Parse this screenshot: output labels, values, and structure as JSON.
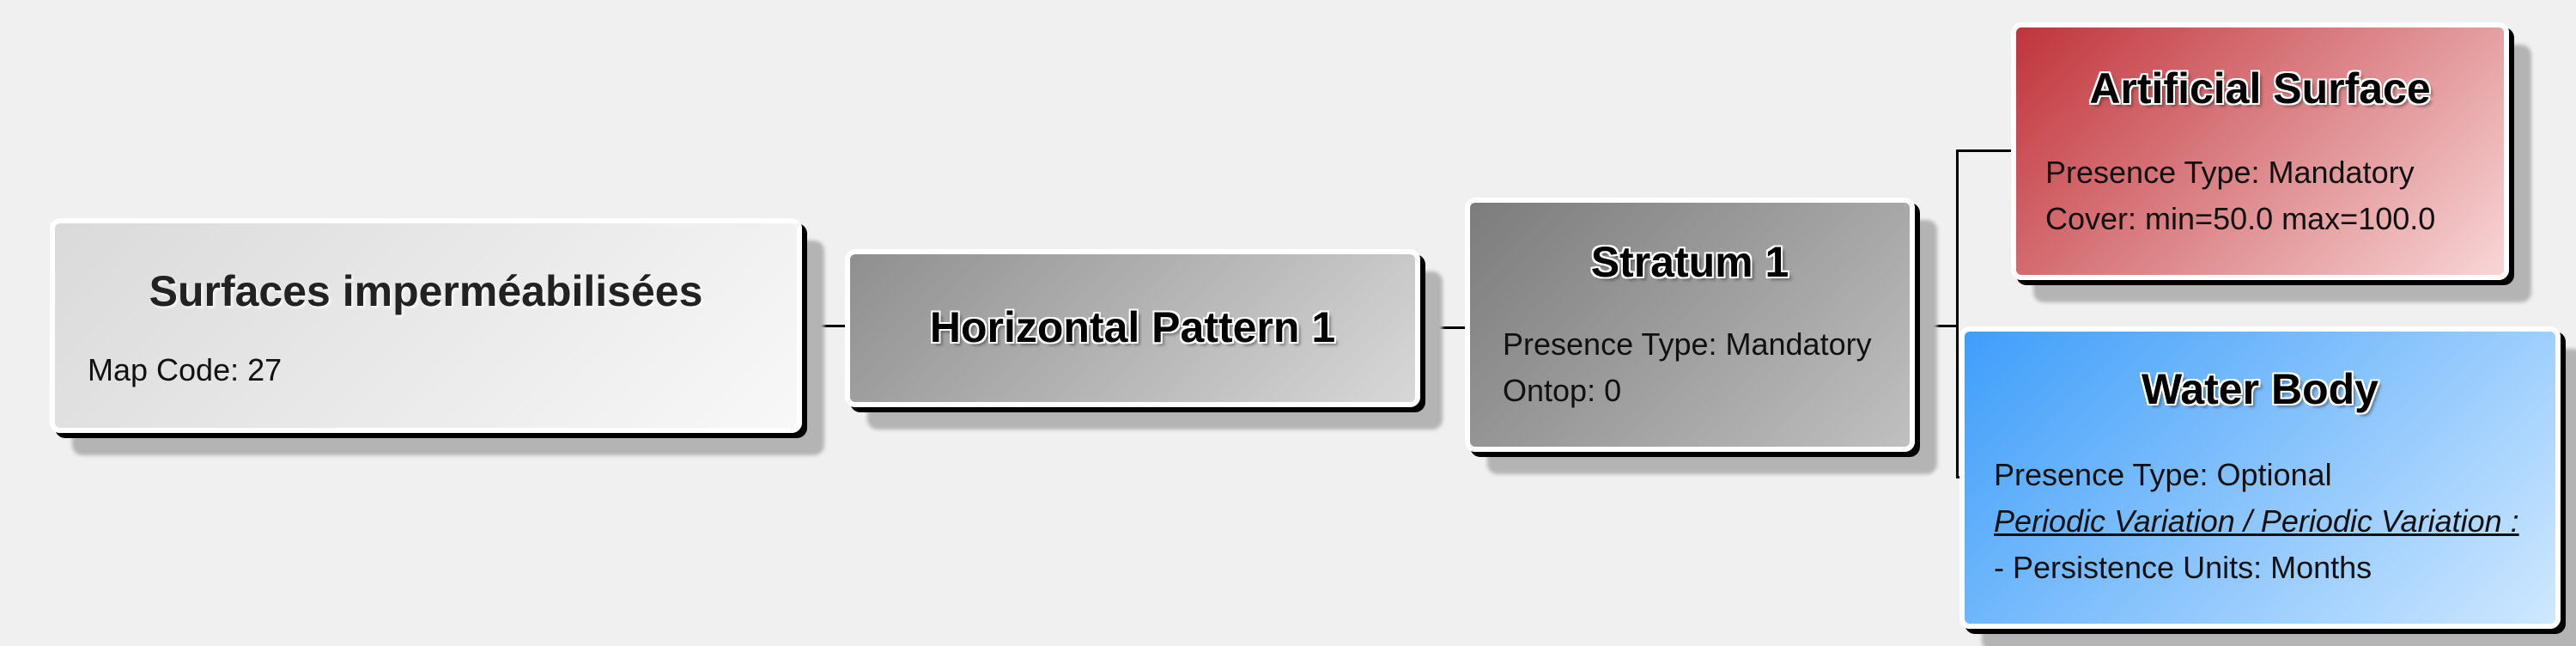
{
  "nodes": {
    "surfaces": {
      "title": "Surfaces imperméabilisées",
      "lines": [
        "Map Code: 27"
      ],
      "color_start": "#dadada",
      "color_end": "#f8f8f8"
    },
    "horizontal": {
      "title": "Horizontal Pattern 1",
      "color_start": "#8f8f8f",
      "color_end": "#d8d8d8"
    },
    "stratum": {
      "title": "Stratum 1",
      "lines": [
        "Presence Type: Mandatory",
        "Ontop: 0"
      ],
      "color_start": "#7c7c7c",
      "color_end": "#c0c0c0"
    },
    "artificial": {
      "title": "Artificial Surface",
      "lines": [
        "Presence Type: Mandatory",
        "Cover: min=50.0 max=100.0"
      ],
      "color_start": "#c0343b",
      "color_end": "#f8d6d6"
    },
    "water": {
      "title": "Water Body",
      "lines": [
        "Presence Type: Optional",
        "Periodic Variation / Periodic Variation :",
        "- Persistence Units: Months"
      ],
      "color_start": "#3f9efa",
      "color_end": "#cfe8ff"
    }
  },
  "colors": {
    "background": "#f0f0f0",
    "connector": "#000000",
    "shadow": "#b4b4b4"
  }
}
